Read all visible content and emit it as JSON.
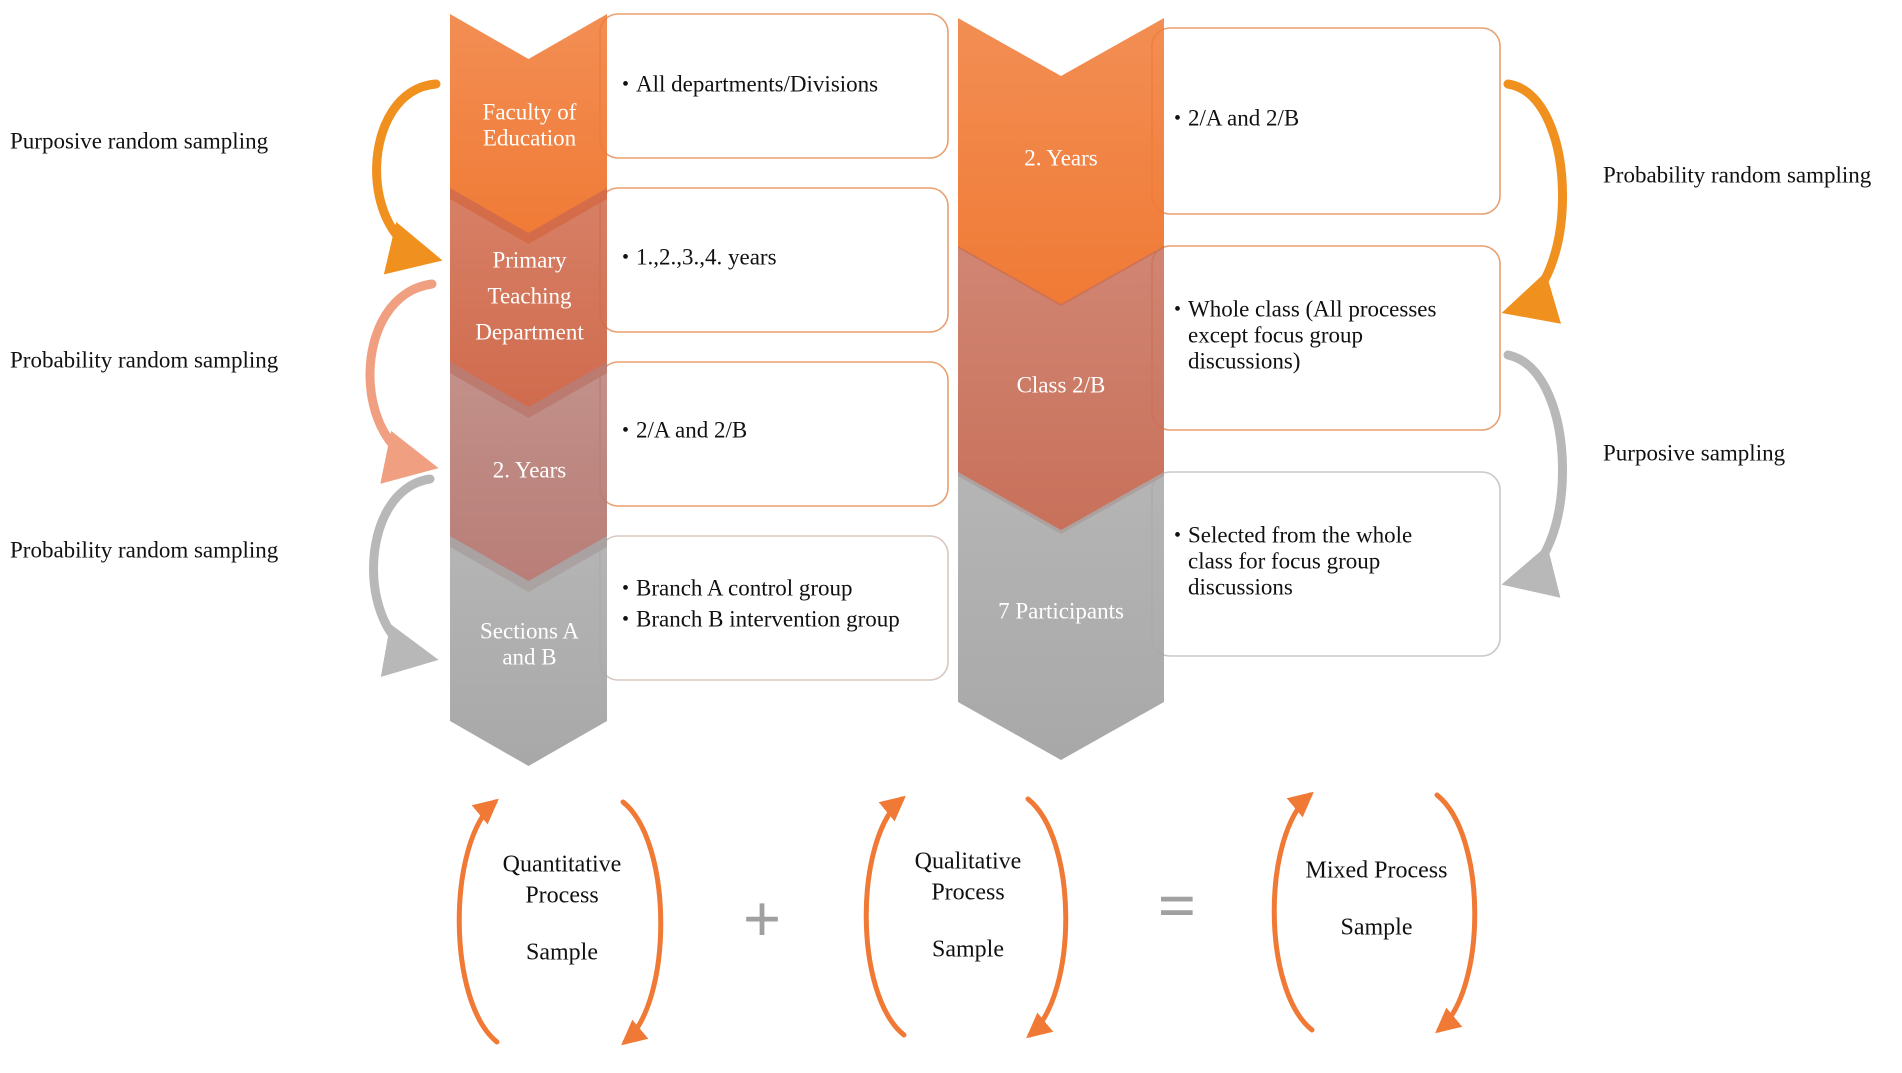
{
  "left_flow": {
    "steps": [
      {
        "label": "Faculty of Education",
        "label_lines": [
          "Faculty of",
          "Education"
        ],
        "bullets": [
          "All departments/Divisions"
        ],
        "color": "#f07a35"
      },
      {
        "label": "Primary Teaching Department",
        "label_lines": [
          "Primary",
          "Teaching",
          "Department"
        ],
        "bullets": [
          "1.,2.,3.,4. years"
        ],
        "color": "#d06a4c"
      },
      {
        "label": "2. Years",
        "label_lines": [
          "2. Years"
        ],
        "bullets": [
          "2/A and 2/B"
        ],
        "color": "#b87d76"
      },
      {
        "label": "Sections A and B",
        "label_lines": [
          "Sections A",
          "and B"
        ],
        "bullets": [
          "Branch A control group",
          "Branch B intervention group"
        ],
        "color": "#a8a8a8"
      }
    ],
    "side_labels": [
      "Purposive random sampling",
      "Probability random sampling",
      "Probability random sampling"
    ]
  },
  "right_flow": {
    "steps": [
      {
        "label": "2. Years",
        "label_lines": [
          "2. Years"
        ],
        "bullets": [
          [
            "2/A and 2/B"
          ]
        ],
        "color": "#f07a35"
      },
      {
        "label": "Class 2/B",
        "label_lines": [
          "Class 2/B"
        ],
        "bullets": [
          [
            "Whole class (All processes",
            "except focus group",
            "discussions)"
          ]
        ],
        "color": "#c8705a"
      },
      {
        "label": "7 Participants",
        "label_lines": [
          "7 Participants"
        ],
        "bullets": [
          [
            "Selected from the whole",
            "class for focus group",
            "discussions"
          ]
        ],
        "color": "#a8a8a8"
      }
    ],
    "side_labels": [
      "Probability random sampling",
      "Purposive sampling"
    ]
  },
  "equation": {
    "groups": [
      {
        "name": "quantitative",
        "lines": [
          "Quantitative",
          "Process"
        ],
        "sample": "Sample"
      },
      {
        "name": "qualitative",
        "lines": [
          "Qualitative",
          "Process"
        ],
        "sample": "Sample"
      },
      {
        "name": "mixed",
        "lines": [
          "Mixed Process"
        ],
        "sample": "Sample"
      }
    ],
    "plus": "+",
    "equals": "=",
    "bracket_color": "#f07a35",
    "operator_color": "#a0a0a0"
  },
  "colors": {
    "box_border": "#e8a070",
    "box_border_grey": "#c8c8c8",
    "arrow_orange": "#f0901e",
    "arrow_salmon": "#f0a080",
    "arrow_grey": "#b8b8b8"
  }
}
